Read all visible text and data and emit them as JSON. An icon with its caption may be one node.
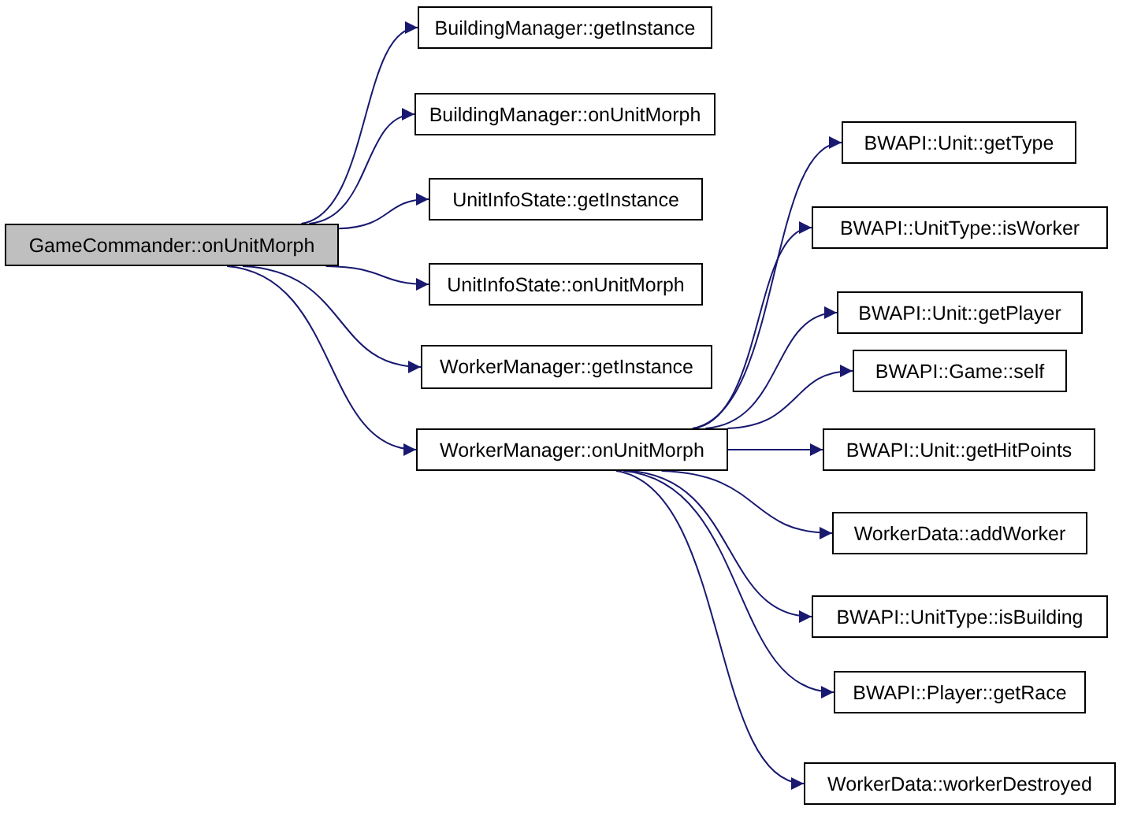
{
  "diagram": {
    "nodes": [
      {
        "text": [
          "GameCommander::onUnitMorph"
        ]
      },
      {
        "text": [
          "BuildingManager::getInstance"
        ]
      },
      {
        "text": [
          "BuildingManager::onUnitMorph"
        ]
      },
      {
        "text": [
          "UnitInfoState::getInstance"
        ]
      },
      {
        "text": [
          "UnitInfoState::onUnitMorph"
        ]
      },
      {
        "text": [
          "WorkerManager::getInstance"
        ]
      },
      {
        "text": [
          "WorkerManager::onUnitMorph"
        ]
      },
      {
        "text": [
          "BWAPI::Unit::getType"
        ]
      },
      {
        "text": [
          "BWAPI::UnitType::isWorker"
        ]
      },
      {
        "text": [
          "BWAPI::Unit::getPlayer"
        ]
      },
      {
        "text": [
          "BWAPI::Game::self"
        ]
      },
      {
        "text": [
          "BWAPI::Unit::getHitPoints"
        ]
      },
      {
        "text": [
          "WorkerData::addWorker"
        ]
      },
      {
        "text": [
          "BWAPI::UnitType::isBuilding"
        ]
      },
      {
        "text": [
          "BWAPI::Player::getRace"
        ]
      },
      {
        "text": [
          "WorkerData::workerDestroyed"
        ]
      }
    ],
    "edges": [
      {
        "from": 0,
        "to": 1,
        "arrow": "to"
      },
      {
        "from": 0,
        "to": 2,
        "arrow": "to"
      },
      {
        "from": 0,
        "to": 3,
        "arrow": "to"
      },
      {
        "from": 0,
        "to": 4,
        "arrow": "to"
      },
      {
        "from": 0,
        "to": 5,
        "arrow": "to"
      },
      {
        "from": 0,
        "to": 6,
        "arrow": "to"
      },
      {
        "from": 6,
        "to": 7,
        "arrow": "to"
      },
      {
        "from": 6,
        "to": 8,
        "arrow": "to"
      },
      {
        "from": 6,
        "to": 9,
        "arrow": "to"
      },
      {
        "from": 6,
        "to": 10,
        "arrow": "to"
      },
      {
        "from": 6,
        "to": 11,
        "arrow": "to"
      },
      {
        "from": 6,
        "to": 12,
        "arrow": "to"
      },
      {
        "from": 6,
        "to": 13,
        "arrow": "to"
      },
      {
        "from": 6,
        "to": 14,
        "arrow": "to"
      },
      {
        "from": 6,
        "to": 15,
        "arrow": "to"
      }
    ]
  }
}
